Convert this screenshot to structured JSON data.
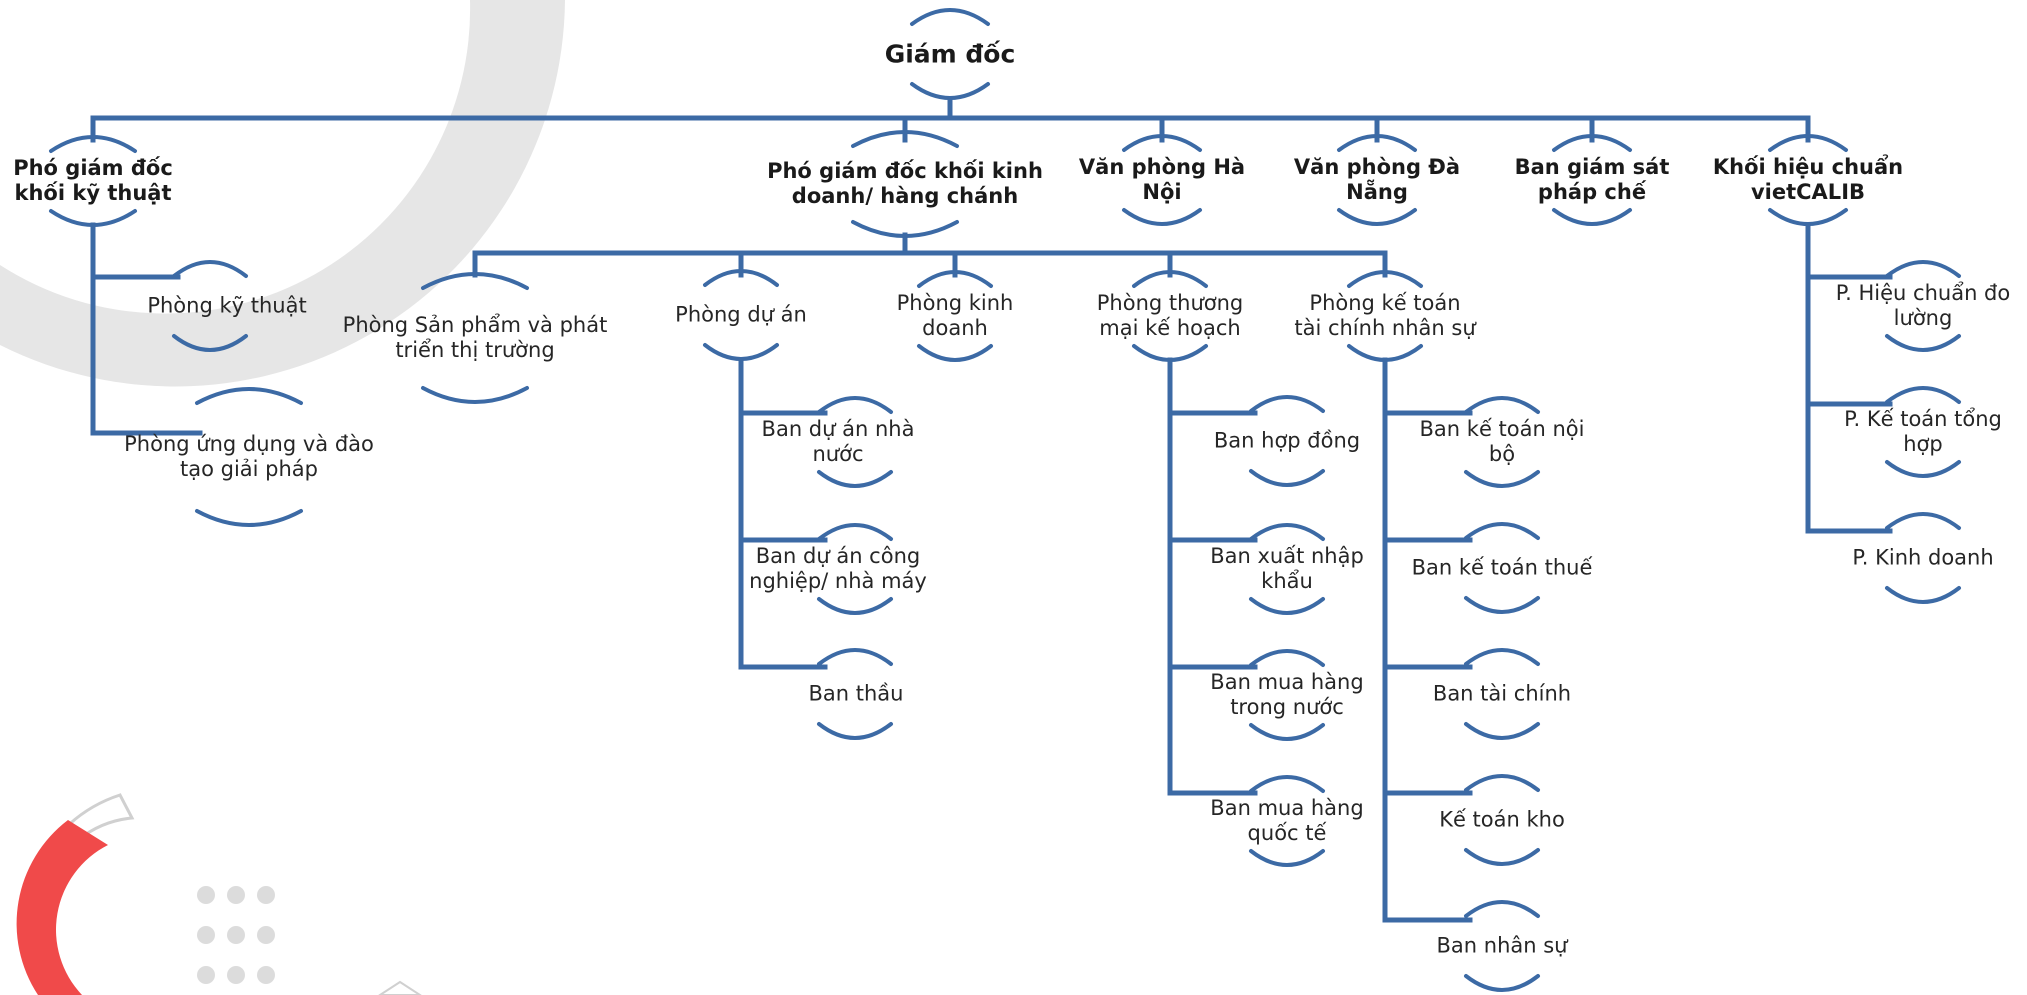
{
  "diagram": {
    "type": "org-chart",
    "colors": {
      "line": "#3c6aa5",
      "decor_gray": "#e6e6e6",
      "decor_red": "#f04a4a",
      "dots": "#dcdcdc"
    },
    "nodes": {
      "root": {
        "lines": [
          "Giám đốc"
        ]
      },
      "vp_technical": {
        "lines": [
          "Phó giám đốc",
          "khối kỹ thuật"
        ]
      },
      "vp_business": {
        "lines": [
          "Phó giám đốc khối kinh",
          "doanh/ hàng chánh"
        ]
      },
      "office_hanoi": {
        "lines": [
          "Văn phòng Hà",
          "Nội"
        ]
      },
      "office_danang": {
        "lines": [
          "Văn phòng Đà",
          "Nẵng"
        ]
      },
      "supervision": {
        "lines": [
          "Ban giám sát",
          "pháp chế"
        ]
      },
      "calib": {
        "lines": [
          "Khối hiệu chuẩn",
          "vietCALIB"
        ]
      },
      "dept_technical": {
        "lines": [
          "Phòng kỹ thuật"
        ]
      },
      "dept_application": {
        "lines": [
          "Phòng ứng dụng và đào",
          "tạo giải pháp"
        ]
      },
      "dept_product": {
        "lines": [
          "Phòng Sản phẩm và phát",
          "triển thị trường"
        ]
      },
      "dept_project": {
        "lines": [
          "Phòng dự án"
        ]
      },
      "dept_sales": {
        "lines": [
          "Phòng kinh",
          "doanh"
        ]
      },
      "dept_trade": {
        "lines": [
          "Phòng thương",
          "mại kế hoạch"
        ]
      },
      "dept_accounting": {
        "lines": [
          "Phòng kế toán",
          "tài chính nhân sự"
        ]
      },
      "proj_state": {
        "lines": [
          "Ban dự án nhà",
          "nước"
        ]
      },
      "proj_industry": {
        "lines": [
          "Ban dự án công",
          "nghiệp/ nhà máy"
        ]
      },
      "proj_bid": {
        "lines": [
          "Ban thầu"
        ]
      },
      "trade_contract": {
        "lines": [
          "Ban hợp đồng"
        ]
      },
      "trade_impexp": {
        "lines": [
          "Ban xuất nhập",
          "khẩu"
        ]
      },
      "trade_domestic": {
        "lines": [
          "Ban mua hàng",
          "trong nước"
        ]
      },
      "trade_intl": {
        "lines": [
          "Ban mua hàng",
          "quốc tế"
        ]
      },
      "acc_internal": {
        "lines": [
          "Ban kế toán nội",
          "bộ"
        ]
      },
      "acc_tax": {
        "lines": [
          "Ban kế toán thuế"
        ]
      },
      "acc_finance": {
        "lines": [
          "Ban tài chính"
        ]
      },
      "acc_warehouse": {
        "lines": [
          "Kế toán kho"
        ]
      },
      "acc_hr": {
        "lines": [
          "Ban nhân sự"
        ]
      },
      "calib_measure": {
        "lines": [
          "P. Hiệu chuẩn đo",
          "lường"
        ]
      },
      "calib_accounting": {
        "lines": [
          "P. Kế toán tổng",
          "hợp"
        ]
      },
      "calib_sales": {
        "lines": [
          "P. Kinh doanh"
        ]
      }
    }
  }
}
